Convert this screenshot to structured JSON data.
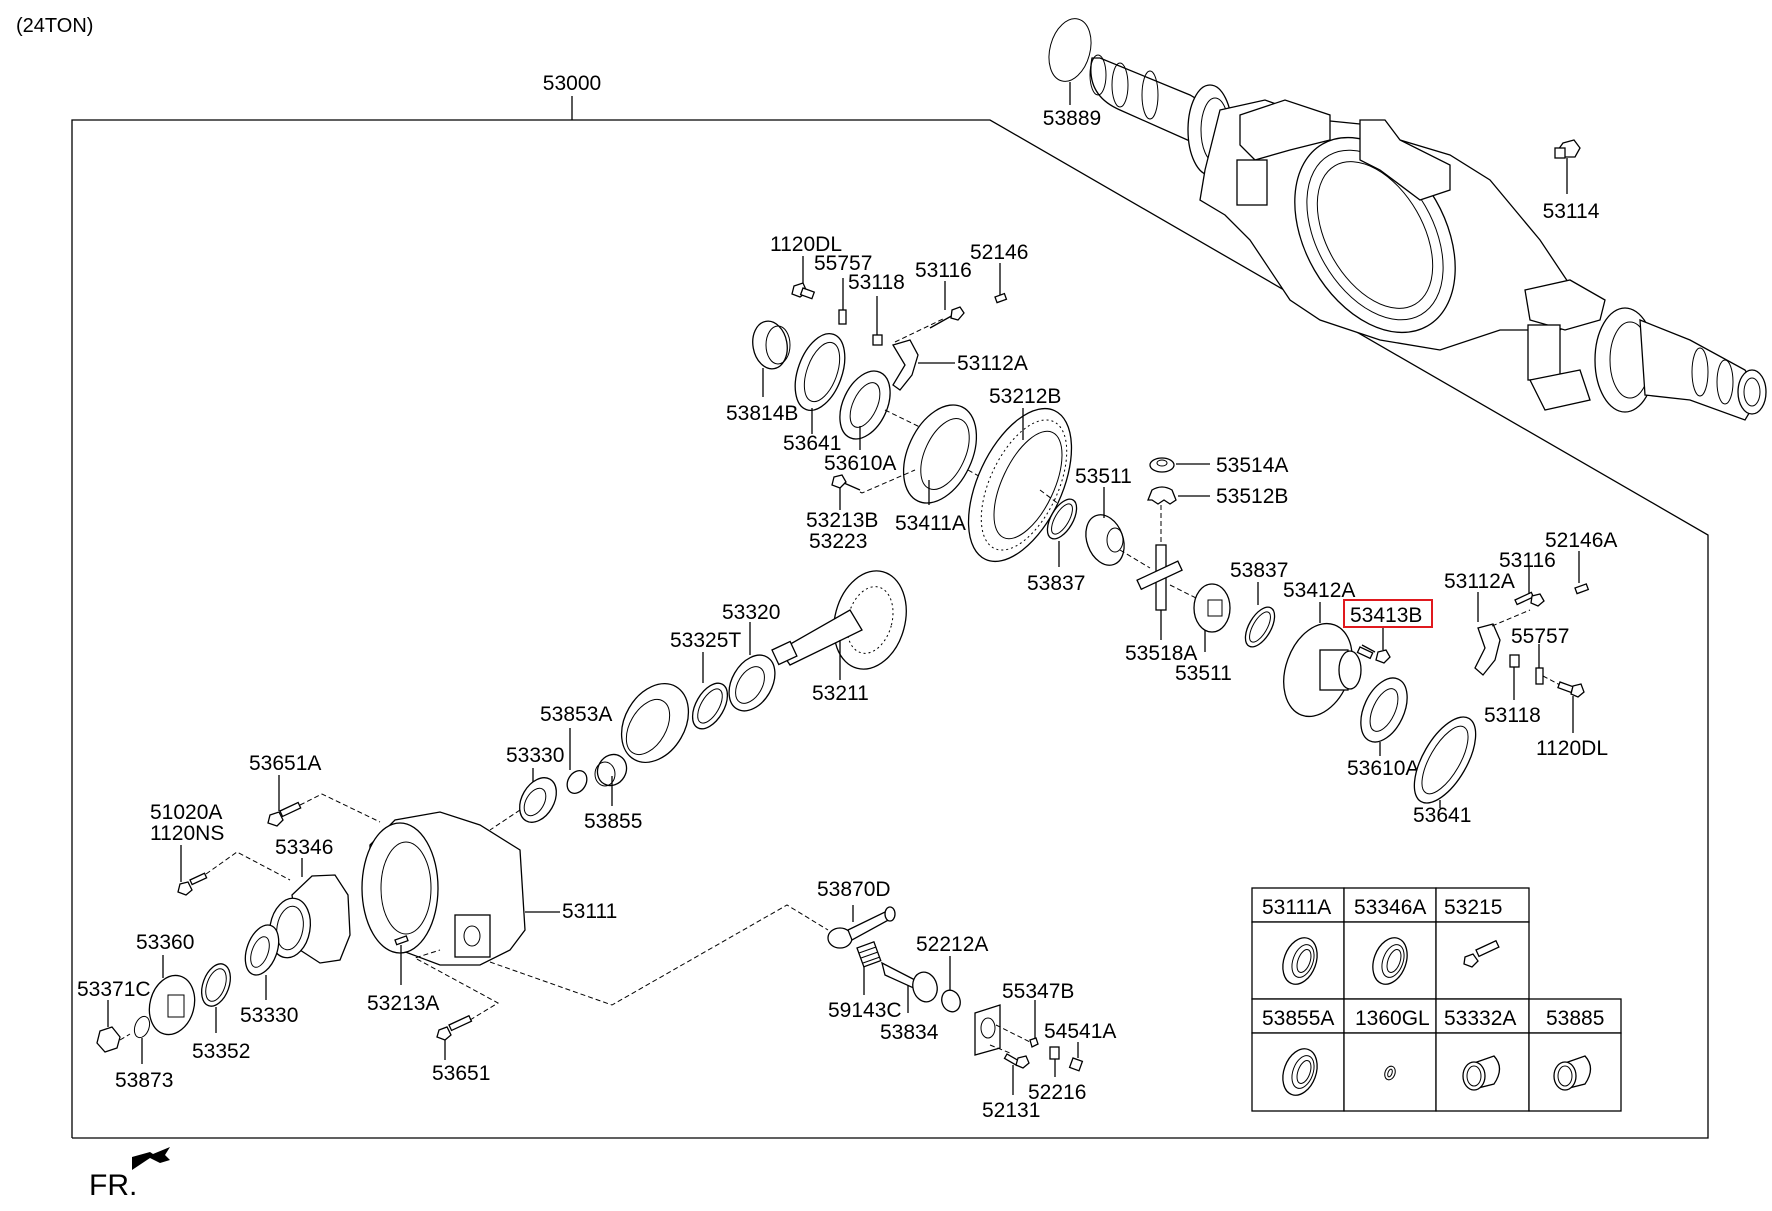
{
  "diagram": {
    "variant_note": "(24TON)",
    "assembly_label": "53000",
    "direction_label": "FR.",
    "highlighted_part": "53413B",
    "accent_color": "#e0191e"
  },
  "labels": {
    "p53889": "53889",
    "p53114": "53114",
    "p1120DL_a": "1120DL",
    "p55757_a": "55757",
    "p53118_a": "53118",
    "p53116_a": "53116",
    "p52146": "52146",
    "p53112A_a": "53112A",
    "p53814B": "53814B",
    "p53641_a": "53641",
    "p53610A_a": "53610A",
    "p53212B": "53212B",
    "p53213B": "53213B",
    "p53223": "53223",
    "p53411A": "53411A",
    "p53511_a": "53511",
    "p53514A": "53514A",
    "p53512B": "53512B",
    "p53837_a": "53837",
    "p53837_b": "53837",
    "p53518A": "53518A",
    "p53511_b": "53511",
    "p53412A": "53412A",
    "p53413B": "53413B",
    "p53112A_b": "53112A",
    "p53116_b": "53116",
    "p52146A": "52146A",
    "p55757_b": "55757",
    "p53118_b": "53118",
    "p1120DL_b": "1120DL",
    "p53610A_b": "53610A",
    "p53641_b": "53641",
    "p53320": "53320",
    "p53325T": "53325T",
    "p53211": "53211",
    "p53853A": "53853A",
    "p53330_a": "53330",
    "p53855": "53855",
    "p53651A": "53651A",
    "p51020A": "51020A",
    "p1120NS": "1120NS",
    "p53346": "53346",
    "p53111": "53111",
    "p53360": "53360",
    "p53371C": "53371C",
    "p53873": "53873",
    "p53352": "53352",
    "p53330_b": "53330",
    "p53213A": "53213A",
    "p53651": "53651",
    "p53870D": "53870D",
    "p52212A": "52212A",
    "p59143C": "59143C",
    "p53834": "53834",
    "p55347B": "55347B",
    "p54541A": "54541A",
    "p52216": "52216",
    "p52131": "52131"
  },
  "kit_table": {
    "rows": [
      {
        "cells": [
          {
            "part": "53111A",
            "icon": "bearing-icon"
          },
          {
            "part": "53346A",
            "icon": "bearing-icon"
          },
          {
            "part": "53215",
            "icon": "bolt-icon"
          }
        ]
      },
      {
        "cells": [
          {
            "part": "53855A",
            "icon": "bearing-icon"
          },
          {
            "part": "1360GL",
            "icon": "washer-icon"
          },
          {
            "part": "53332A",
            "icon": "bushing-icon"
          },
          {
            "part": "53885",
            "icon": "bushing-icon"
          }
        ]
      }
    ]
  }
}
